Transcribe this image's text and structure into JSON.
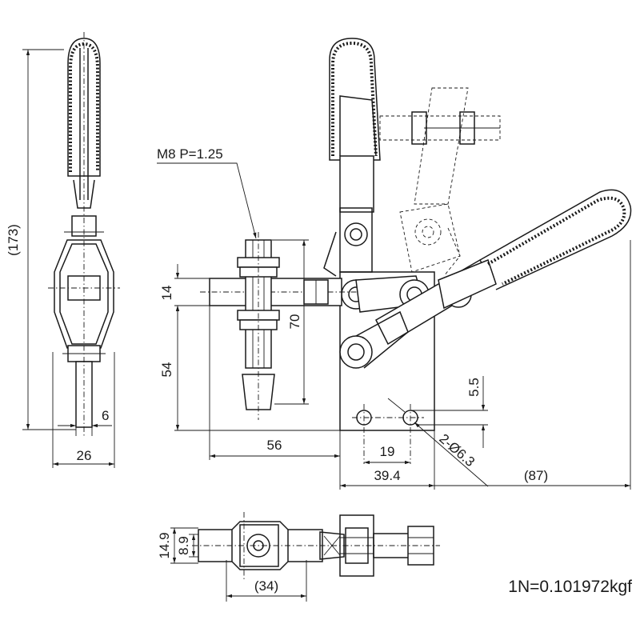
{
  "dimensions": {
    "overall_height": "(173)",
    "side_thickness": "6",
    "side_width": "26",
    "thread_spec": "M8  P=1.25",
    "arm_height": "14",
    "spindle_height": "70",
    "base_height": "54",
    "reach": "56",
    "hole_pitch": "19",
    "base_length": "39.4",
    "hole_diameter": "2-Ø6.3",
    "hole_offset": "5.5",
    "handle_reach": "(87)",
    "plan_width_outer": "14.9",
    "plan_width_inner": "8.9",
    "plan_length": "(34)"
  },
  "note": "1N=0.101972kgf"
}
